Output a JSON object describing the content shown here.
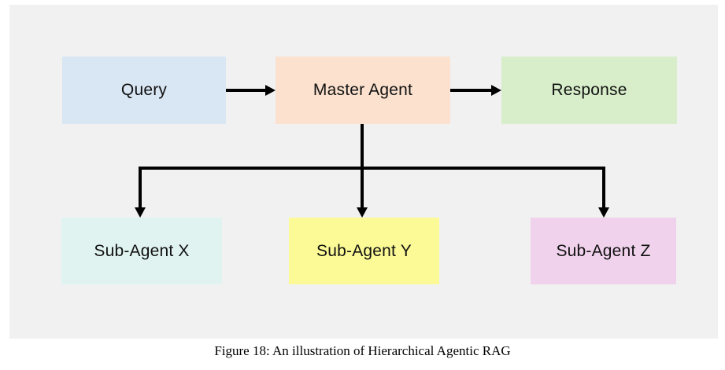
{
  "figure": {
    "caption": "Figure 18: An illustration of Hierarchical Agentic RAG"
  },
  "diagram": {
    "panel_bg": "#f1f1f2",
    "arrow_color": "#000000",
    "nodes": {
      "query": {
        "label": "Query",
        "color": "#d9e6f3"
      },
      "master": {
        "label": "Master Agent",
        "color": "#fbe1ce"
      },
      "response": {
        "label": "Response",
        "color": "#d8eeca"
      },
      "sub_agent_x": {
        "label": "Sub-Agent X",
        "color": "#e0f3f1"
      },
      "sub_agent_y": {
        "label": "Sub-Agent Y",
        "color": "#fcfa96"
      },
      "sub_agent_z": {
        "label": "Sub-Agent Z",
        "color": "#f0d2ec"
      }
    }
  }
}
